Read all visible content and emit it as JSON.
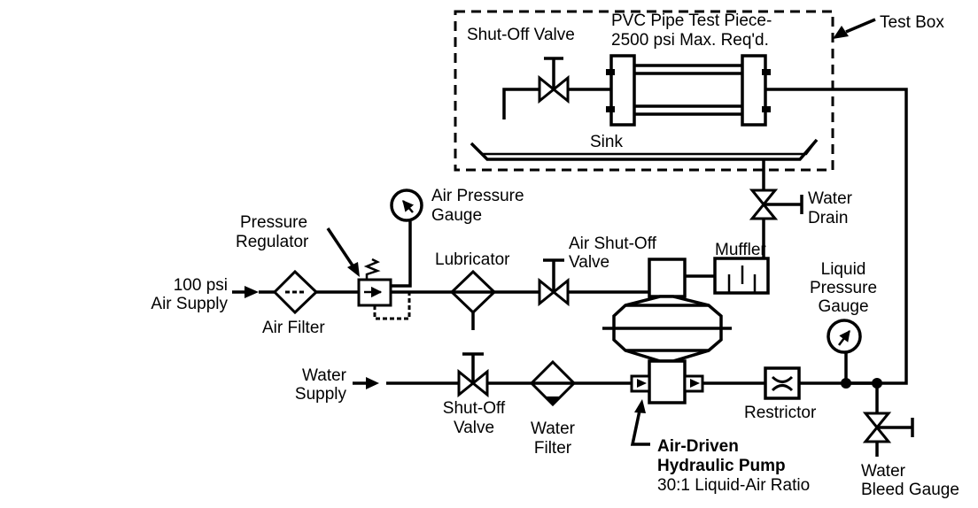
{
  "labels": {
    "test_box": "Test Box",
    "shut_off_valve_top": "Shut-Off Valve",
    "pvc_line1": "PVC Pipe Test Piece-",
    "pvc_line2": "2500 psi Max. Req'd.",
    "sink": "Sink",
    "water_drain_line1": "Water",
    "water_drain_line2": "Drain",
    "air_pressure_gauge_line1": "Air Pressure",
    "air_pressure_gauge_line2": "Gauge",
    "pressure_regulator_line1": "Pressure",
    "pressure_regulator_line2": "Regulator",
    "air_supply_line1": "100 psi",
    "air_supply_line2": "Air Supply",
    "air_filter": "Air Filter",
    "lubricator": "Lubricator",
    "air_shutoff_line1": "Air Shut-Off",
    "air_shutoff_line2": "Valve",
    "muffler": "Muffler",
    "liquid_gauge_line1": "Liquid",
    "liquid_gauge_line2": "Pressure",
    "liquid_gauge_line3": "Gauge",
    "water_supply_line1": "Water",
    "water_supply_line2": "Supply",
    "shut_off_bottom_line1": "Shut-Off",
    "shut_off_bottom_line2": "Valve",
    "water_filter_line1": "Water",
    "water_filter_line2": "Filter",
    "restrictor": "Restrictor",
    "pump_line1": "Air-Driven",
    "pump_line2": "Hydraulic Pump",
    "pump_line3": "30:1 Liquid-Air Ratio",
    "bleed_line1": "Water",
    "bleed_line2": "Bleed Gauge"
  }
}
